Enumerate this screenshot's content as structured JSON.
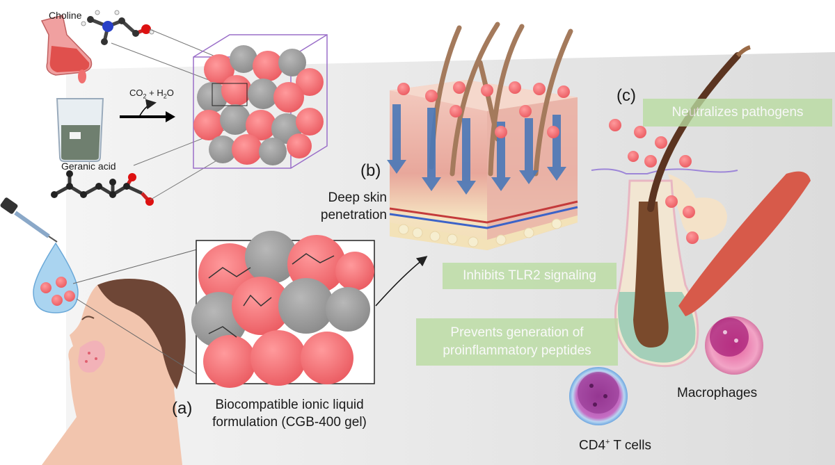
{
  "molecules": {
    "choline": "Choline",
    "geranic_acid": "Geranic acid",
    "reaction": {
      "co2": "CO",
      "sub2": "2",
      "plus": " + H",
      "h2o_sub": "2",
      "o": "O"
    }
  },
  "panels": {
    "a": {
      "letter": "(a)",
      "line1": "Biocompatible ionic liquid",
      "line2": "formulation (CGB-400 gel)"
    },
    "b": {
      "letter": "(b)",
      "line1": "Deep skin",
      "line2": "penetration"
    },
    "c": {
      "letter": "(c)"
    }
  },
  "effects": {
    "neutralize": "Neutralizes pathogens",
    "tlr2": "Inhibits TLR2 signaling",
    "peptides_1": "Prevents generation of",
    "peptides_2": "proinflammatory peptides"
  },
  "cells": {
    "macrophages": "Macrophages",
    "tcells_pre": "CD4",
    "tcells_sup": "+",
    "tcells_post": " T cells"
  },
  "colors": {
    "pink": "#f06b70",
    "gray": "#9a9a9a",
    "green_box": "#b9dca0",
    "arrow_blue": "#4a78b8"
  }
}
